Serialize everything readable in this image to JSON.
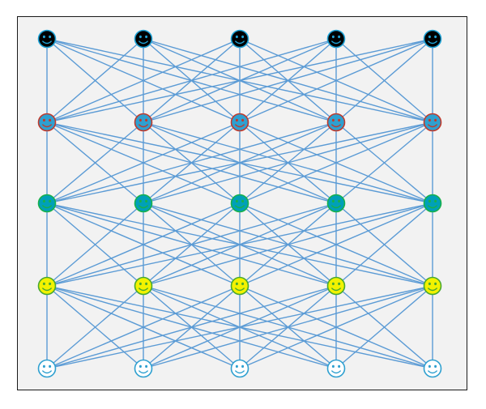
{
  "diagram": {
    "type": "layered-network",
    "edge_color": "#5b9bd5",
    "layers": [
      {
        "fill": "#000000",
        "stroke": "#1fa3d6",
        "face": "#1fa3d6",
        "nodes": 5
      },
      {
        "fill": "#2ea0d0",
        "stroke": "#c0392b",
        "face": "#c0392b",
        "nodes": 5
      },
      {
        "fill": "#00a0b8",
        "stroke": "#18b04a",
        "face": "#18b04a",
        "nodes": 5
      },
      {
        "fill": "#f2f200",
        "stroke": "#48a830",
        "face": "#48a830",
        "nodes": 5
      },
      {
        "fill": "#ffffff",
        "stroke": "#2ea0d0",
        "face": "#2ea0d0",
        "nodes": 5
      }
    ],
    "connectivity": "complete-bipartite-between-adjacent-layers",
    "node_icon": "smiley-face-icon"
  }
}
